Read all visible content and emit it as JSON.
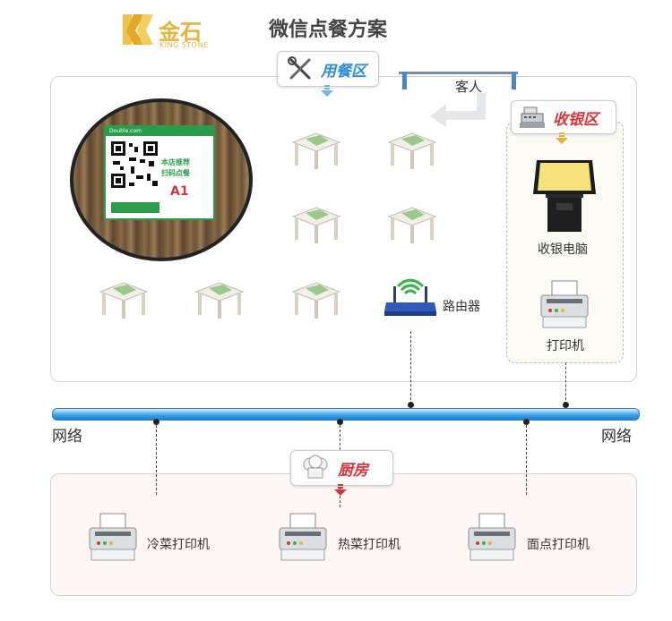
{
  "brand": {
    "name": "金石",
    "sub": "KING STONE"
  },
  "title": "微信点餐方案",
  "zones": {
    "dining": "用餐区",
    "cashier": "收银区",
    "kitchen": "厨房"
  },
  "labels": {
    "customer": "客人",
    "cashier_pc": "收银电脑",
    "printer": "打印机",
    "router": "路由器",
    "network_left": "网络",
    "network_right": "网络"
  },
  "qr_card": {
    "top_text": "Double.com",
    "line1": "本店推荐",
    "line2": "扫码点餐",
    "table_no": "A1"
  },
  "kitchen_printers": [
    "冷菜打印机",
    "热菜打印机",
    "面点打印机"
  ],
  "colors": {
    "accent": "#2a8fd6",
    "kitchen_bg": "#fff6f6",
    "cashier_bg": "#fbfaf3",
    "network": "#3ba3e8",
    "brand": "#e8b33a",
    "kitchen_accent": "#d9363b"
  }
}
